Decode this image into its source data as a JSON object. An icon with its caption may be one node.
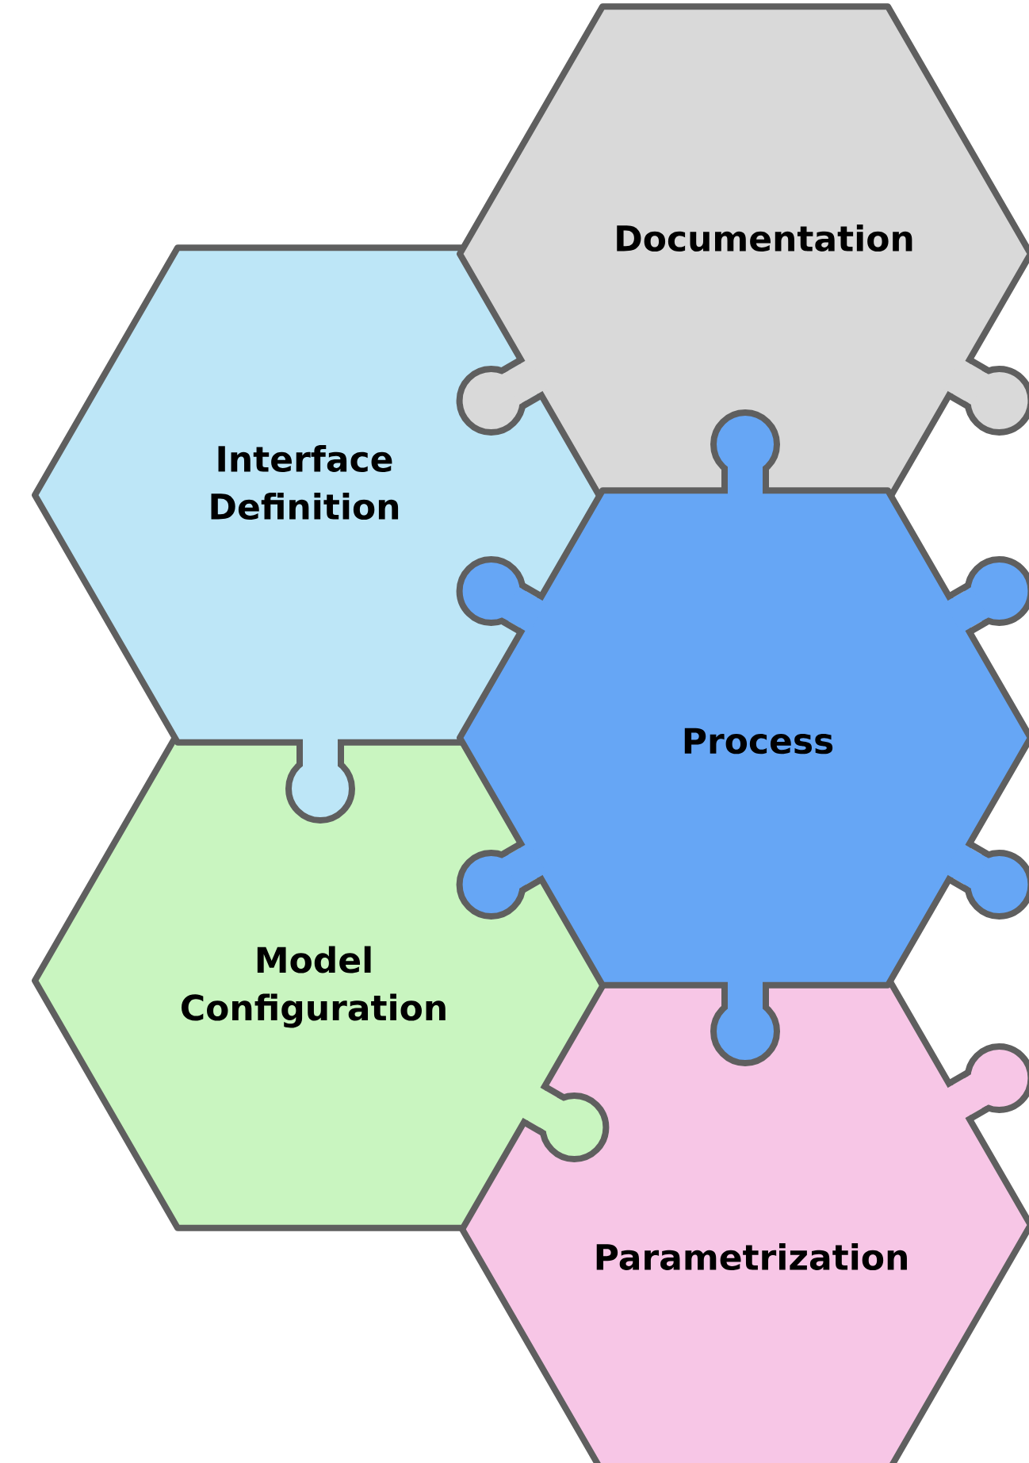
{
  "diagram": {
    "nodes": [
      {
        "text": [
          "Documentation"
        ]
      },
      {
        "text": [
          "Interface Definition"
        ]
      },
      {
        "text": [
          "Process"
        ]
      },
      {
        "text": [
          "Model Configuration"
        ]
      },
      {
        "text": [
          "Parametrization"
        ]
      }
    ]
  }
}
